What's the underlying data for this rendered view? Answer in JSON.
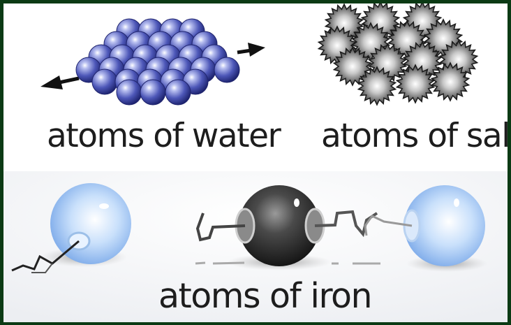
{
  "captions": {
    "water": "atoms of water",
    "salt": "atoms of salt",
    "iron": "atoms of iron"
  },
  "colors": {
    "frame": "#0b3a14",
    "water_atom": "#3d47a8",
    "salt_atom": "#7a7a7a",
    "light_atom": "#9ec4f2",
    "iron_atom": "#2e2e2e"
  },
  "icons": [
    "arrow-left-icon",
    "arrow-right-icon",
    "water-atom-icon",
    "salt-atom-icon",
    "hook-icon"
  ]
}
